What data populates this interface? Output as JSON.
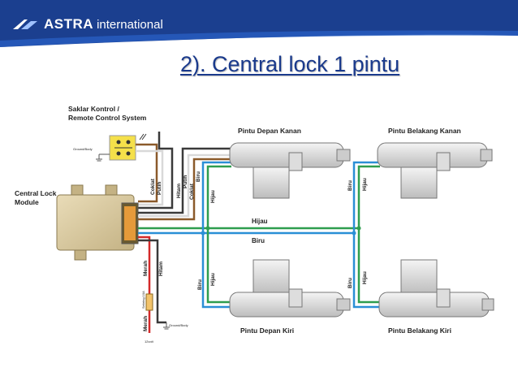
{
  "header": {
    "brand": "ASTRA",
    "brand_sub": "international",
    "colors": {
      "band": "#1b3f8f",
      "accent": "#2a63c8"
    }
  },
  "title": "2). Central lock 1 pintu",
  "diagram": {
    "switch_label_1": "Saklar Kontrol /",
    "switch_label_2": "Remote Control System",
    "ground_switch": "Ground/Body",
    "module_label_1": "Central Lock",
    "module_label_2": "Module",
    "door_front_right": "Pintu Depan Kanan",
    "door_rear_right": "Pintu Belakang Kanan",
    "door_front_left": "Pintu Depan Kiri",
    "door_rear_left": "Pintu Belakang Kiri",
    "wire_coklat_1": "Coklat",
    "wire_putih_1": "Putih",
    "wire_hitam_1": "Hitam",
    "wire_putih_2": "Putih",
    "wire_coklat_2": "Coklat",
    "wire_biru_1": "Biru",
    "wire_hijau_1": "Hijau",
    "wire_biru_2": "Biru",
    "wire_hijau_2": "Hijau",
    "bus_hijau": "Hijau",
    "bus_biru": "Biru",
    "wire_biru_3": "Biru",
    "wire_hijau_3": "Hijau",
    "wire_biru_4": "Biru",
    "wire_hijau_4": "Hijau",
    "wire_merah_1": "Merah",
    "wire_hitam_2": "Hitam",
    "wire_merah_2": "Merah",
    "fuse_label": "Sekring 10A",
    "ground_module": "Ground/Body",
    "voltage": "12volt",
    "wire_colors": {
      "brown": "#8b5a2b",
      "white": "#e8e8e8",
      "black": "#3a3a3a",
      "green": "#2e9e4f",
      "blue": "#2a8fd6",
      "red": "#d42a2a"
    }
  }
}
